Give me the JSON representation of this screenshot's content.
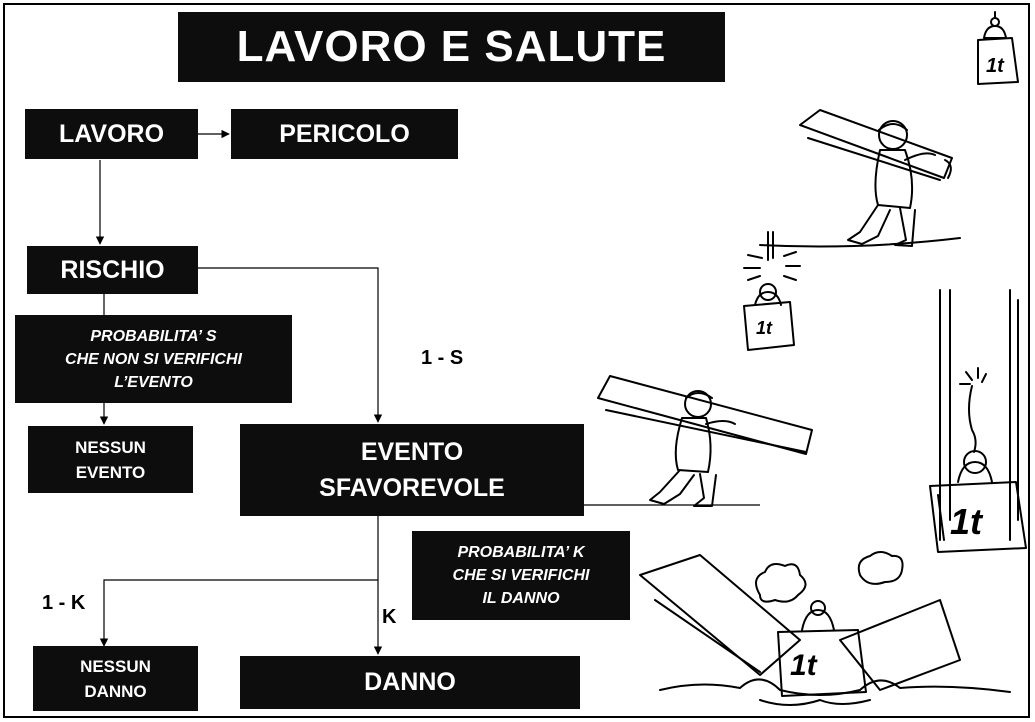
{
  "diagram": {
    "title": "LAVORO  E  SALUTE",
    "nodes": {
      "lavoro": "LAVORO",
      "pericolo": "PERICOLO",
      "rischio": "RISCHIO",
      "nessun_evento": "NESSUN\nEVENTO",
      "evento_sfavorevole": "EVENTO\nSFAVOREVOLE",
      "nessun_danno": "NESSUN\nDANNO",
      "danno": "DANNO"
    },
    "notes": {
      "prob_s": "PROBABILITA’  S\nCHE NON SI VERIFICHI\nL’EVENTO",
      "prob_k": "PROBABILITA’  K\nCHE SI VERIFICHI\nIL  DANNO"
    },
    "edge_labels": {
      "one_minus_s": "1 - S",
      "one_minus_k": "1 - K",
      "k": "K"
    }
  },
  "illustrations": {
    "weight_label": "1t"
  }
}
